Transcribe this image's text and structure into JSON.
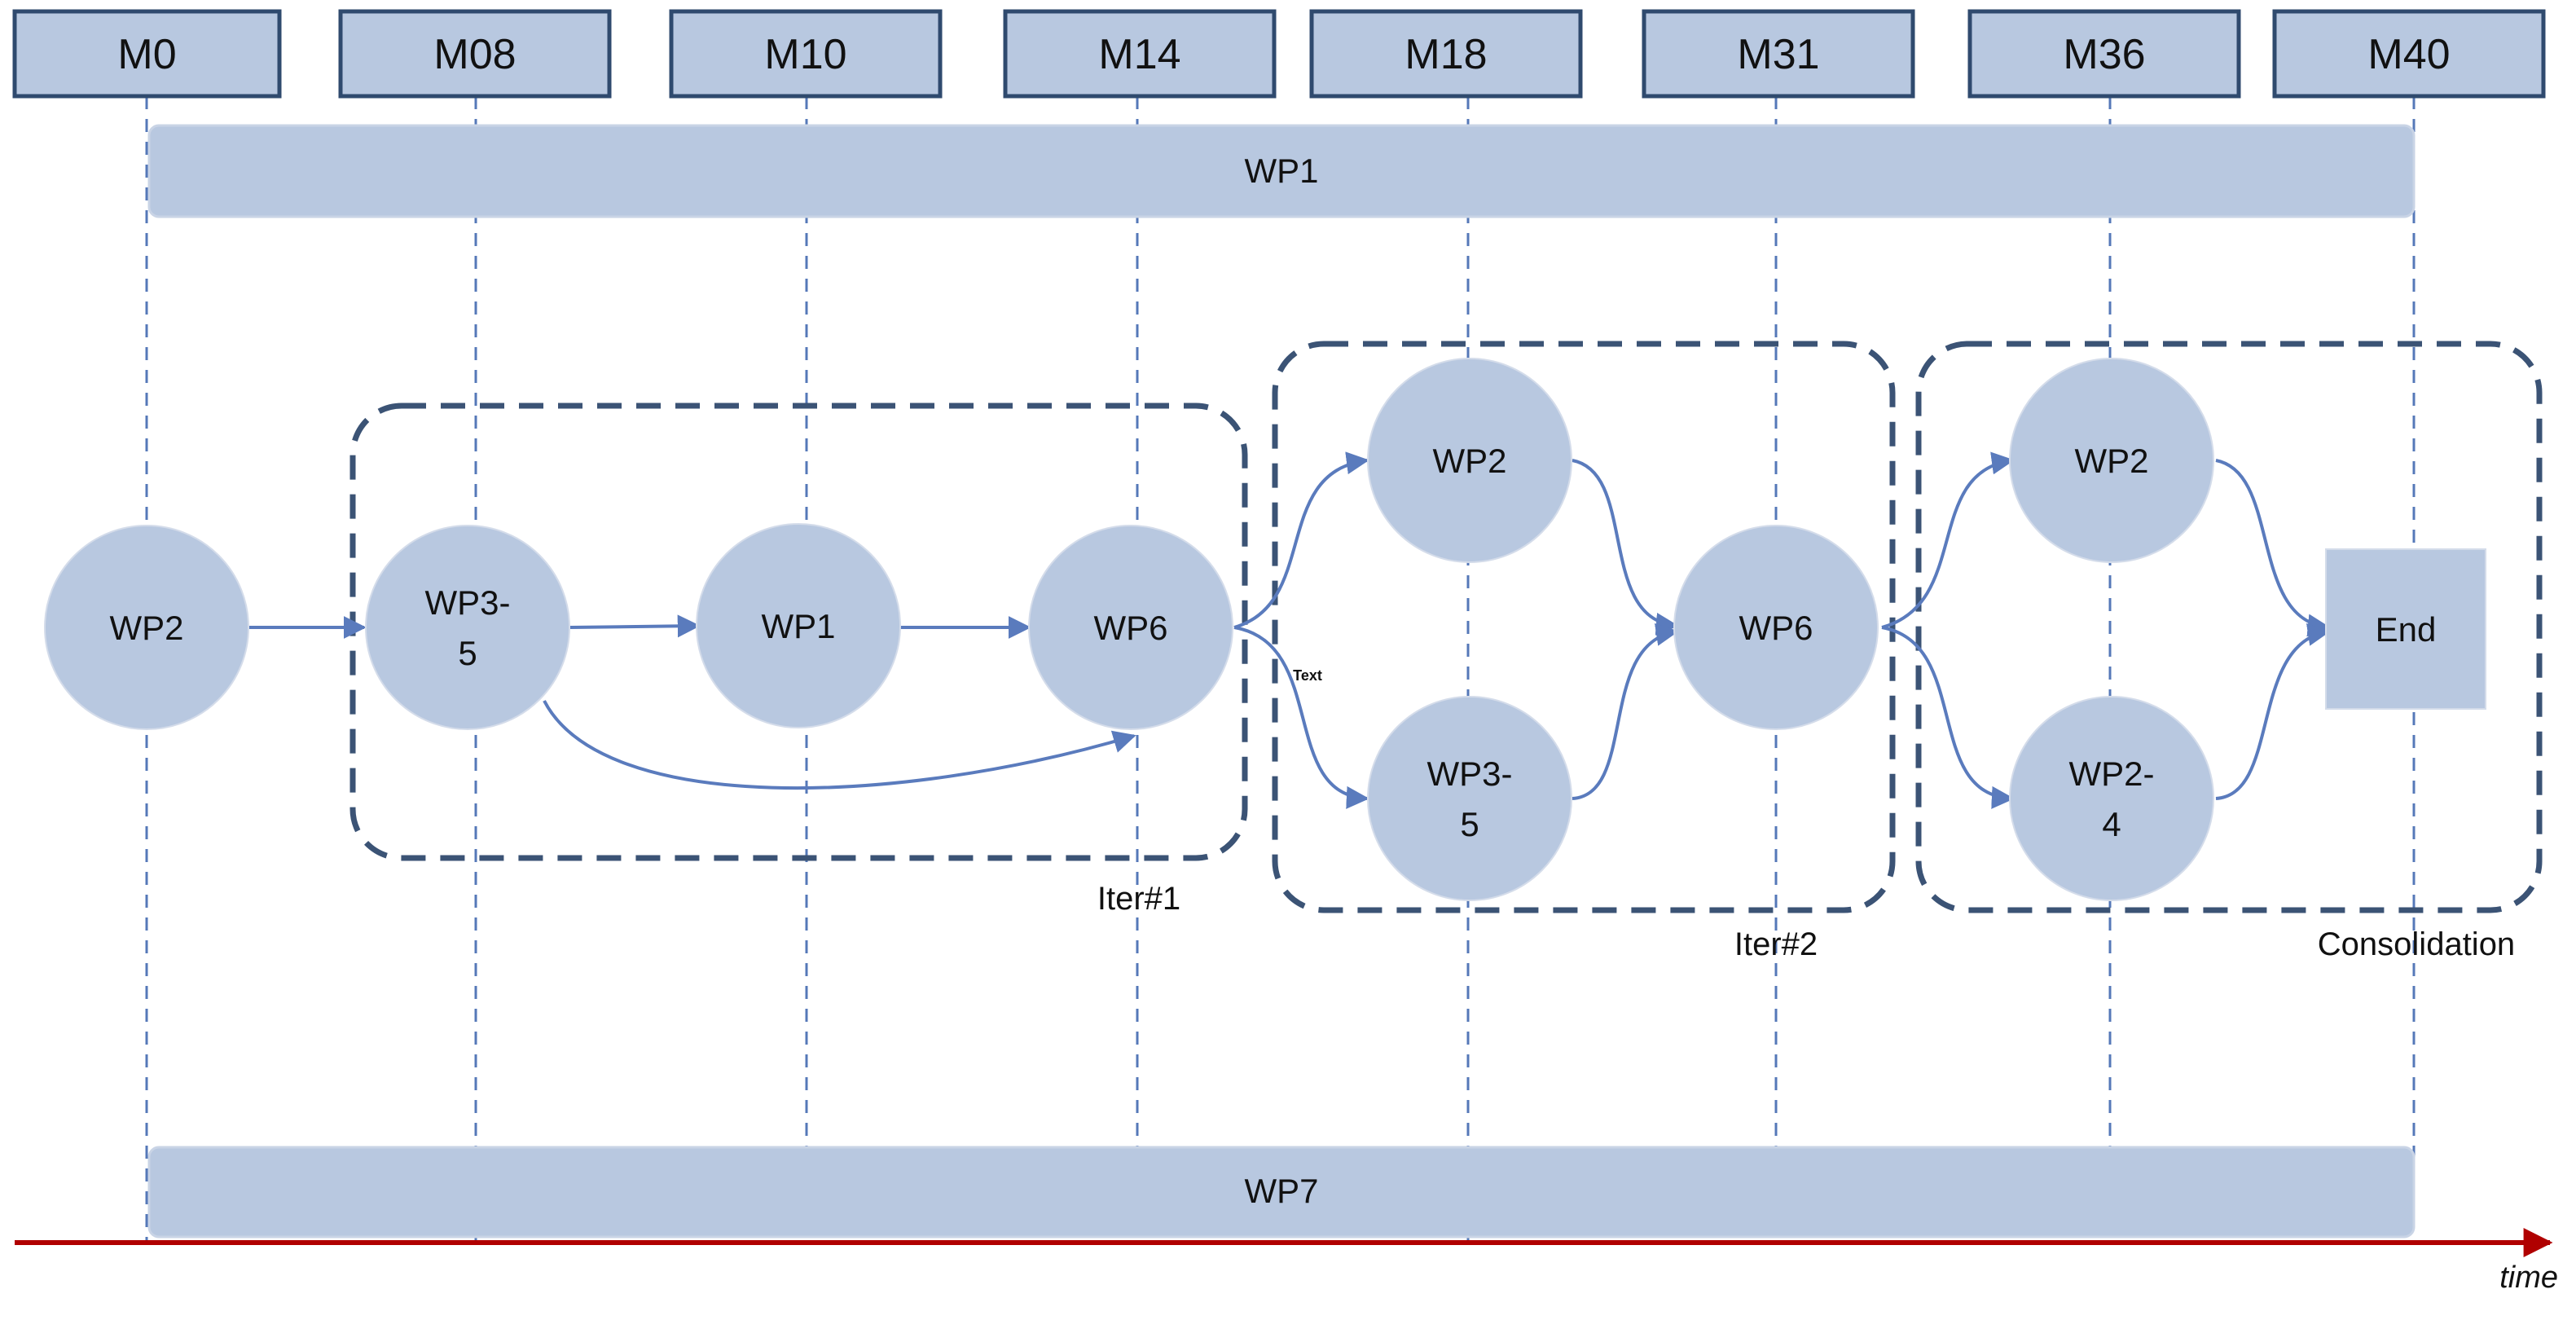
{
  "colors": {
    "box_fill": "#b8c8e0",
    "box_stroke": "#2f4a6e",
    "node_fill": "#b8c8e0",
    "dashed_line": "#5578b8",
    "arrow": "#5a7bbd",
    "group_border": "#3b5375",
    "time_axis": "#b00000",
    "text": "#111111"
  },
  "milestones": [
    "M0",
    "M08",
    "M10",
    "M14",
    "M18",
    "M31",
    "M36",
    "M40"
  ],
  "bars": {
    "top_label": "WP1",
    "bottom_label": "WP7"
  },
  "nodes": [
    {
      "id": "n_wp2_start",
      "lines": [
        "WP2"
      ],
      "shape": "circle"
    },
    {
      "id": "n_wp35_a",
      "lines": [
        "WP3-",
        "5"
      ],
      "shape": "circle"
    },
    {
      "id": "n_wp1",
      "lines": [
        "WP1"
      ],
      "shape": "circle"
    },
    {
      "id": "n_wp6_a",
      "lines": [
        "WP6"
      ],
      "shape": "circle"
    },
    {
      "id": "n_wp2_b",
      "lines": [
        "WP2"
      ],
      "shape": "circle"
    },
    {
      "id": "n_wp35_b",
      "lines": [
        "WP3-",
        "5"
      ],
      "shape": "circle"
    },
    {
      "id": "n_wp6_b",
      "lines": [
        "WP6"
      ],
      "shape": "circle"
    },
    {
      "id": "n_wp2_c",
      "lines": [
        "WP2"
      ],
      "shape": "circle"
    },
    {
      "id": "n_wp24",
      "lines": [
        "WP2-",
        "4"
      ],
      "shape": "circle"
    },
    {
      "id": "n_end",
      "lines": [
        "End"
      ],
      "shape": "square"
    }
  ],
  "groups": [
    {
      "id": "iter1",
      "label": "Iter#1"
    },
    {
      "id": "iter2",
      "label": "Iter#2"
    },
    {
      "id": "consolidation",
      "label": "Consolidation"
    }
  ],
  "edge_label": "Text",
  "time_label": "time"
}
